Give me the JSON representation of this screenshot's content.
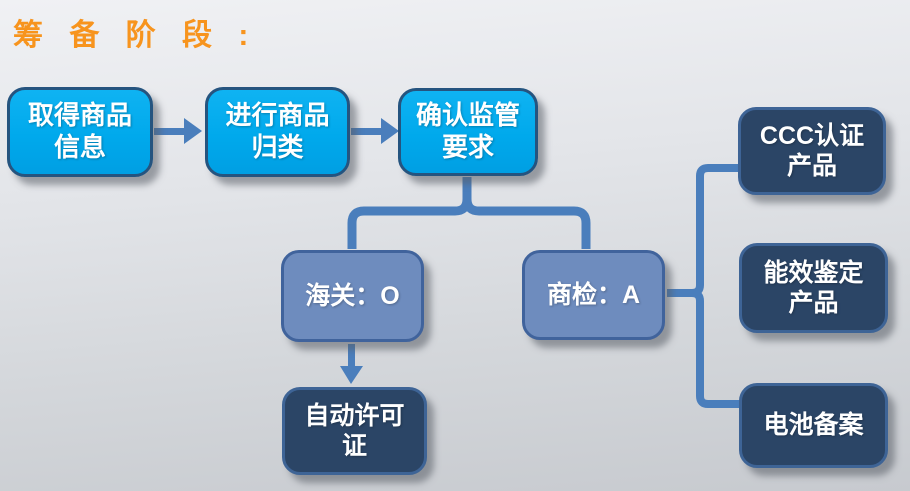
{
  "title": "筹 备 阶 段 :",
  "colors": {
    "title_orange": "#F7941E",
    "process_fill": "#00A9EC",
    "process_border": "#25547F",
    "branch_fill": "#6E8CBE",
    "branch_border": "#40639C",
    "result_fill": "#2B4566",
    "result_border": "#3E6496",
    "connector_blue": "#4A7EBC",
    "background_top": "#F0F1F4",
    "background_bottom": "#C7CACF"
  },
  "nodes": {
    "step1": "取得商品\n信息",
    "step2": "进行商品\n归类",
    "step3": "确认监管\n要求",
    "customs": "海关：O",
    "inspection": "商检：A",
    "auto_license": "自动许可\n证",
    "ccc": "CCC认证\n产品",
    "energy": "能效鉴定\n产品",
    "battery": "电池备案"
  }
}
